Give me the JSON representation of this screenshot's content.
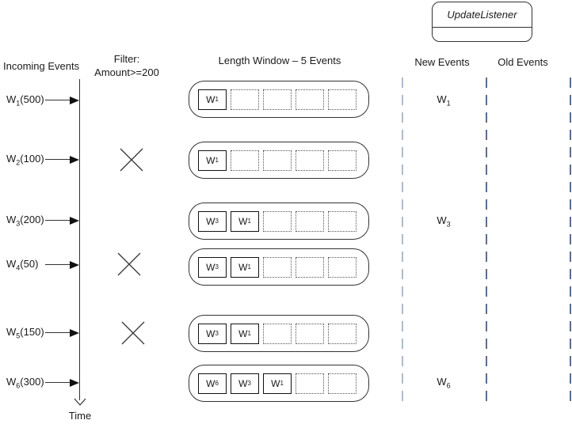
{
  "title_box": {
    "label": "UpdateListener"
  },
  "columns": {
    "incoming_events": "Incoming Events",
    "filter_line1": "Filter:",
    "filter_line2": "Amount>=200",
    "length_window": "Length Window – 5 Events",
    "new_events": "New Events",
    "old_events": "Old Events"
  },
  "time_axis": {
    "label": "Time"
  },
  "window": {
    "size": 5
  },
  "rows": [
    {
      "event": {
        "name": "W",
        "sub": "1",
        "amount": "(500)"
      },
      "passes_filter": true,
      "window": [
        {
          "name": "W",
          "sub": "1"
        }
      ],
      "new_event": {
        "name": "W",
        "sub": "1"
      }
    },
    {
      "event": {
        "name": "W",
        "sub": "2",
        "amount": "(100)"
      },
      "passes_filter": false,
      "window": [
        {
          "name": "W",
          "sub": "1"
        }
      ]
    },
    {
      "event": {
        "name": "W",
        "sub": "3",
        "amount": "(200)"
      },
      "passes_filter": true,
      "window": [
        {
          "name": "W",
          "sub": "3"
        },
        {
          "name": "W",
          "sub": "1"
        }
      ],
      "new_event": {
        "name": "W",
        "sub": "3"
      }
    },
    {
      "event": {
        "name": "W",
        "sub": "4",
        "amount": "(50)"
      },
      "passes_filter": false,
      "window": [
        {
          "name": "W",
          "sub": "3"
        },
        {
          "name": "W",
          "sub": "1"
        }
      ]
    },
    {
      "event": {
        "name": "W",
        "sub": "5",
        "amount": "(150)"
      },
      "passes_filter": false,
      "window": [
        {
          "name": "W",
          "sub": "3"
        },
        {
          "name": "W",
          "sub": "1"
        }
      ]
    },
    {
      "event": {
        "name": "W",
        "sub": "6",
        "amount": "(300)"
      },
      "passes_filter": true,
      "window": [
        {
          "name": "W",
          "sub": "6"
        },
        {
          "name": "W",
          "sub": "3"
        },
        {
          "name": "W",
          "sub": "1"
        }
      ],
      "new_event": {
        "name": "W",
        "sub": "6"
      }
    }
  ],
  "colors": {
    "line": "#333333",
    "dashed_light": "#aebccd",
    "dashed_dark": "#5c6e8a"
  }
}
